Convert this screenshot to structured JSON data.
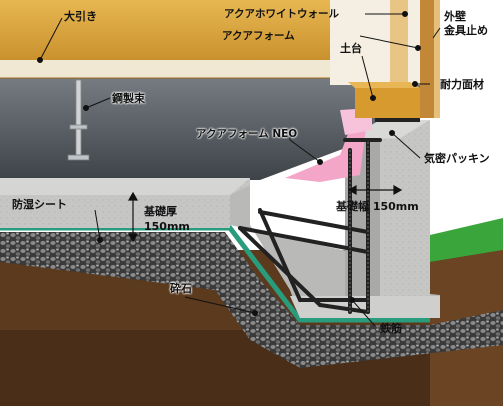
{
  "labels": {
    "obiki": "大引き",
    "aqua_white_wall": "アクアホワイトウォール",
    "outer_wall_anchor": "外壁\n金具止め",
    "aqua_foam": "アクアフォーム",
    "dodai": "土台",
    "bearing_panel": "耐力面材",
    "steel_post": "鋼製束",
    "aqua_foam_neo": "アクアフォーム NEO",
    "airtight_packing": "気密パッキン",
    "moisture_sheet": "防湿シート",
    "base_thickness": "基礎厚\n150mm",
    "base_width": "基礎幅 150mm",
    "gravel": "砕石",
    "rebar": "鉄筋"
  },
  "colors": {
    "wood": "#d9a23a",
    "wood_dark": "#a06a1a",
    "white_wall": "#f4efe2",
    "concrete": "#c7c8c6",
    "concrete_dark": "#9a9b99",
    "crawlspace": "#4a5156",
    "soil": "#5b3a1e",
    "green_sheet": "#2a9c7e",
    "pink_foam": "#f3a6c8",
    "grass": "#3aa53a",
    "leader": "#111111"
  }
}
